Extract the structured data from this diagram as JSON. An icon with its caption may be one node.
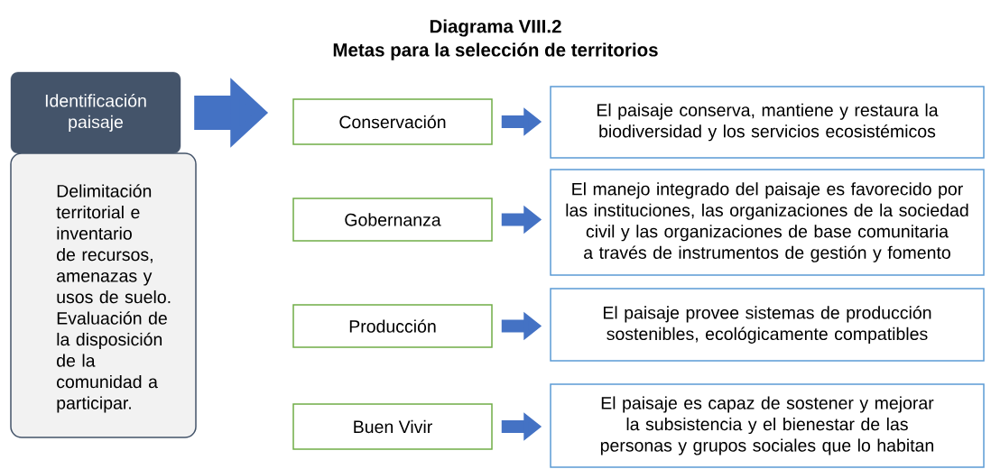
{
  "diagram": {
    "title": "Diagrama VIII.2",
    "labels": [
      "Metas para la selección de territorios"
    ],
    "nodes": [
      {
        "text": [
          "Identificación paisaje"
        ]
      },
      {
        "text": [
          "Delimitación territorial e inventario de recursos, amenazas y usos de suelo.",
          "Evaluación de la disposición de la comunidad a participar."
        ]
      },
      {
        "text": [
          "Conservación"
        ]
      },
      {
        "text": [
          "Gobernanza"
        ]
      },
      {
        "text": [
          "Producción"
        ]
      },
      {
        "text": [
          "Buen Vivir"
        ]
      },
      {
        "text": [
          "El paisaje conserva, mantiene y restaura la biodiversidad y los servicios ecosistémicos"
        ]
      },
      {
        "text": [
          "El manejo integrado del paisaje es favorecido por las instituciones, las organizaciones de la sociedad civil y las organizaciones de base comunitaria a través de instrumentos de gestión y fomento"
        ]
      },
      {
        "text": [
          "El paisaje provee sistemas de producción sostenibles, ecológicamente compatibles"
        ]
      },
      {
        "text": [
          "El paisaje es capaz de sostener y mejorar la subsistencia y el bienestar de las personas y grupos sociales que lo habitan"
        ]
      }
    ],
    "edges": [
      {
        "from": 0,
        "to": 2,
        "arrow": "to",
        "style": "thick"
      },
      {
        "from": 2,
        "to": 6,
        "arrow": "to"
      },
      {
        "from": 3,
        "to": 7,
        "arrow": "to"
      },
      {
        "from": 4,
        "to": 8,
        "arrow": "to"
      },
      {
        "from": 5,
        "to": 9,
        "arrow": "to"
      }
    ]
  }
}
